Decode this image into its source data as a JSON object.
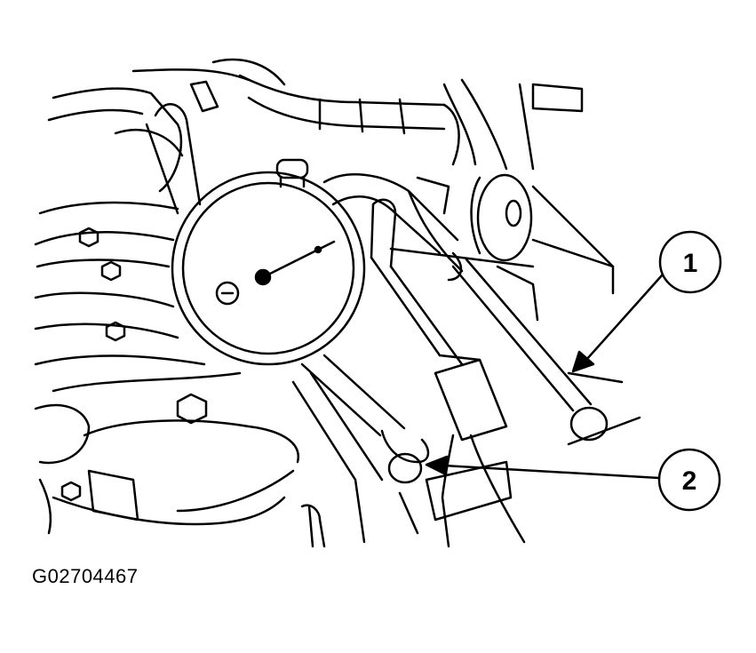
{
  "figure": {
    "code": "G02704467",
    "callouts": [
      {
        "number": "1"
      },
      {
        "number": "2"
      }
    ],
    "colors": {
      "ink": "#000000",
      "paper": "#ffffff"
    }
  }
}
